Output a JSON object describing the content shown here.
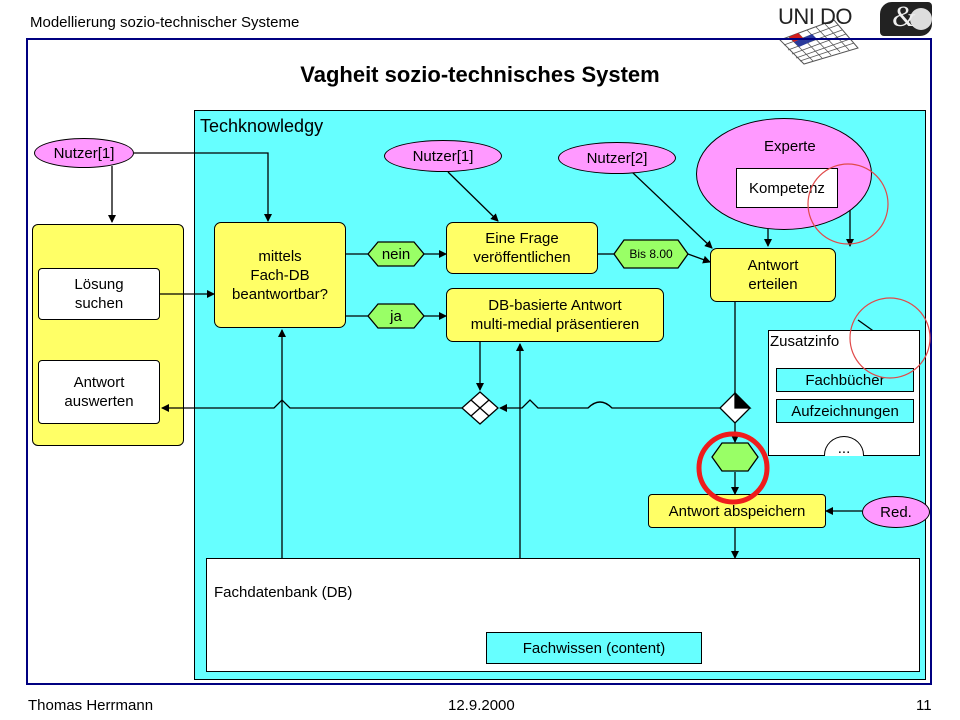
{
  "header": {
    "course": "Modellierung sozio-technischer Systeme",
    "logo_uni": "UNI DO",
    "logo_amp": "&"
  },
  "title": "Vagheit sozio-technisches System",
  "footer": {
    "author": "Thomas Herrmann",
    "date": "12.9.2000",
    "page": "11"
  },
  "diagram": {
    "system_label": "Techknowledgy",
    "user_left": "Nutzer[1]",
    "user_mid": "Nutzer[1]",
    "user_right": "Nutzer[2]",
    "expert": "Experte",
    "competence": "Kompetenz",
    "search": "Lösung\nsuchen",
    "evaluate": "Antwort\nauswerten",
    "db_check": "mittels\nFach-DB\nbeantwortbar?",
    "no": "nein",
    "yes": "ja",
    "publish": "Eine Frage\nveröffentlichen",
    "deadline": "Bis 8.00",
    "answer": "Antwort\nerteilen",
    "db_answer": "DB-basierte Antwort\nmulti-medial präsentieren",
    "extra_info": "Zusatzinfo",
    "books": "Fachbücher",
    "records": "Aufzeichnungen",
    "more": "...",
    "store": "Antwort abspeichern",
    "editor": "Red.",
    "database": "Fachdatenbank (DB)",
    "content": "Fachwissen (content)"
  },
  "colors": {
    "frame": "#000080",
    "system_bg": "#66ffff",
    "activity": "#ffff66",
    "actor": "#ff99ff",
    "highlight": "#ee1c1c"
  }
}
